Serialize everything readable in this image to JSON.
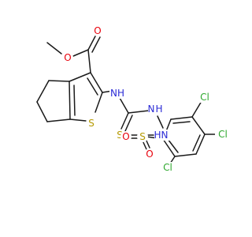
{
  "colors": {
    "background": "#ffffff",
    "bond": "#1a1a1a",
    "carbon": "#1a1a1a",
    "oxygen": "#e8000b",
    "nitrogen": "#2b2bd6",
    "sulfur": "#b59a00",
    "chlorine": "#2ea82e",
    "hydrogen": "#1a1a1a"
  },
  "atoms": {
    "ester_o_single": "O",
    "ester_o_double": "O",
    "thiophene_s": "S",
    "amide_nh": "NH",
    "thione_s": "S",
    "hydrazine_n1": "N",
    "hydrazine_h1": "H",
    "hydrazine_n2": "N",
    "hydrazine_h2": "H",
    "sulfonyl_s": "S",
    "sulfonyl_o_left": "O",
    "sulfonyl_o_right": "O",
    "cl_top": "Cl",
    "cl_right": "Cl",
    "cl_bottom": "Cl"
  }
}
